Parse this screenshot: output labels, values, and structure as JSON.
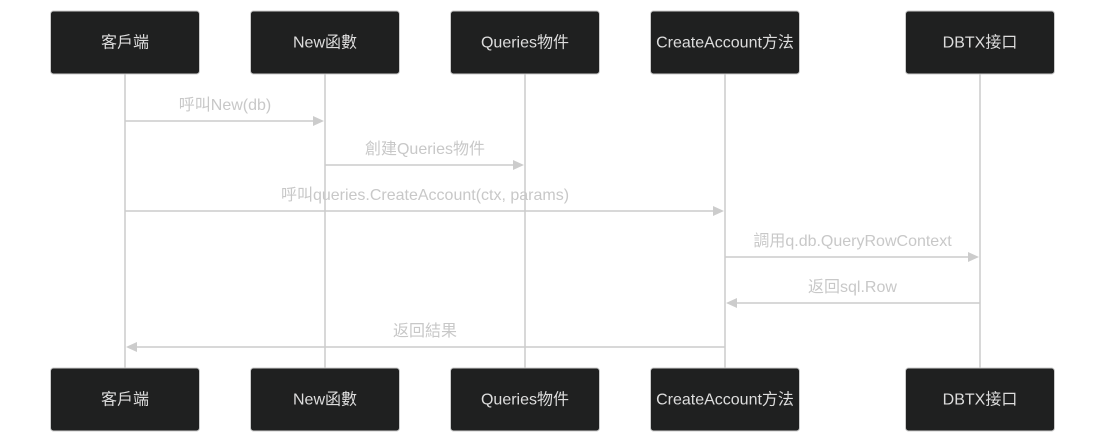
{
  "participants": [
    {
      "id": "client",
      "label": "客戶端"
    },
    {
      "id": "newfn",
      "label": "New函數"
    },
    {
      "id": "queries",
      "label": "Queries物件"
    },
    {
      "id": "createaccount",
      "label": "CreateAccount方法"
    },
    {
      "id": "dbtx",
      "label": "DBTX接口"
    }
  ],
  "messages": [
    {
      "from": "client",
      "to": "newfn",
      "label": "呼叫New(db)"
    },
    {
      "from": "newfn",
      "to": "queries",
      "label": "創建Queries物件"
    },
    {
      "from": "client",
      "to": "createaccount",
      "label": "呼叫queries.CreateAccount(ctx, params)"
    },
    {
      "from": "createaccount",
      "to": "dbtx",
      "label": "調用q.db.QueryRowContext"
    },
    {
      "from": "dbtx",
      "to": "createaccount",
      "label": "返回sql.Row"
    },
    {
      "from": "createaccount",
      "to": "client",
      "label": "返回結果"
    }
  ]
}
